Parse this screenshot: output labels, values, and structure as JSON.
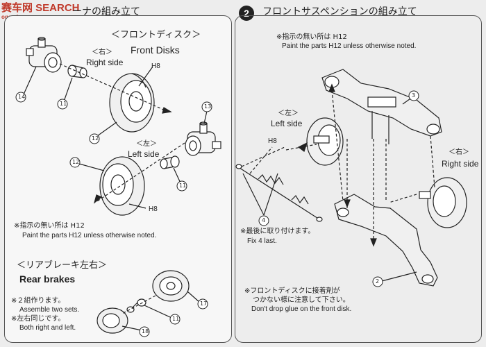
{
  "watermark": {
    "main": "赛车网 SEARCH",
    "sub": "ogo-shou.com"
  },
  "step1": {
    "title_fragment": "ーナの組み立て",
    "front_disks": {
      "header_jp": "＜フロントディスク＞",
      "header_en": "Front Disks",
      "right_jp": "＜右＞",
      "right_en": "Right side",
      "left_jp": "＜左＞",
      "left_en": "Left side",
      "paint_code_a": "H8",
      "paint_code_b": "H8"
    },
    "parts": {
      "p14": "14",
      "p11a": "11",
      "p12a": "12",
      "p13": "13",
      "p12b": "12",
      "p11b": "11",
      "p17": "17",
      "p11c": "11",
      "p18": "18"
    },
    "note_paint": {
      "jp": "※指示の無い所は H12",
      "en": "Paint the parts H12 unless otherwise noted."
    },
    "rear_brakes": {
      "header_jp": "＜リアブレーキ左右＞",
      "header_en": "Rear brakes",
      "note1_jp": "※２組作ります。",
      "note1_en": "Assemble two sets.",
      "note2_jp": "※左右同じです。",
      "note2_en": "Both right and left."
    }
  },
  "step2": {
    "number": "2",
    "title": "フロントサスペンションの組み立て",
    "note_paint": {
      "jp": "※指示の無い所は H12",
      "en": "Paint the parts H12 unless otherwise noted."
    },
    "left_jp": "＜左＞",
    "left_en": "Left side",
    "right_jp": "＜右＞",
    "right_en": "Right side",
    "paint_code": "H8",
    "parts": {
      "p3": "3",
      "p4": "4",
      "p2": "2"
    },
    "note_fix": {
      "jp": "※最後に取り付けます。",
      "en": "Fix 4 last."
    },
    "note_glue": {
      "jp1": "※フロントディスクに接着剤が",
      "jp2": "つかない様に注意して下さい。",
      "en": "Don't drop glue on the front disk."
    }
  }
}
